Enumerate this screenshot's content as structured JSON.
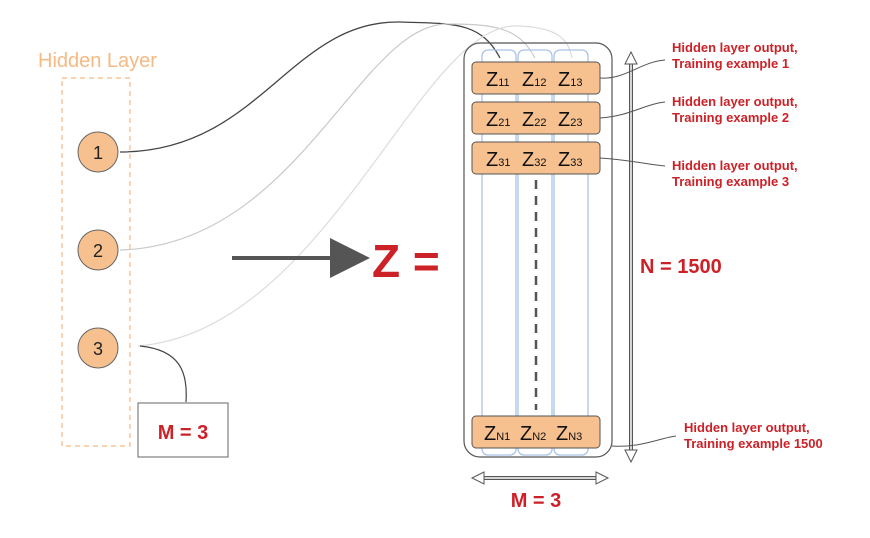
{
  "hidden_layer": {
    "title": "Hidden Layer",
    "nodes": [
      "1",
      "2",
      "3"
    ],
    "m_label": "M = 3"
  },
  "matrix": {
    "z_symbol": "Z =",
    "rows": [
      {
        "cells": [
          {
            "base": "Z",
            "sub": "11"
          },
          {
            "base": "Z",
            "sub": "12"
          },
          {
            "base": "Z",
            "sub": "13"
          }
        ]
      },
      {
        "cells": [
          {
            "base": "Z",
            "sub": "21"
          },
          {
            "base": "Z",
            "sub": "22"
          },
          {
            "base": "Z",
            "sub": "23"
          }
        ]
      },
      {
        "cells": [
          {
            "base": "Z",
            "sub": "31"
          },
          {
            "base": "Z",
            "sub": "32"
          },
          {
            "base": "Z",
            "sub": "33"
          }
        ]
      },
      {
        "cells": [
          {
            "base": "Z",
            "sub": "N1"
          },
          {
            "base": "Z",
            "sub": "N2"
          },
          {
            "base": "Z",
            "sub": "N3"
          }
        ]
      }
    ],
    "n_label": "N = 1500",
    "m_label": "M = 3"
  },
  "annotations": [
    {
      "line1": "Hidden layer output,",
      "line2": "Training example 1"
    },
    {
      "line1": "Hidden layer output,",
      "line2": "Training example 2"
    },
    {
      "line1": "Hidden layer output,",
      "line2": "Training example 3"
    },
    {
      "line1": "Hidden layer output,",
      "line2": "Training example 1500"
    }
  ],
  "colors": {
    "orange": "#f6c08f",
    "orange_title": "#f5b984",
    "red": "#cc2127",
    "gray": "#555555",
    "blue": "#a9c3e8"
  }
}
